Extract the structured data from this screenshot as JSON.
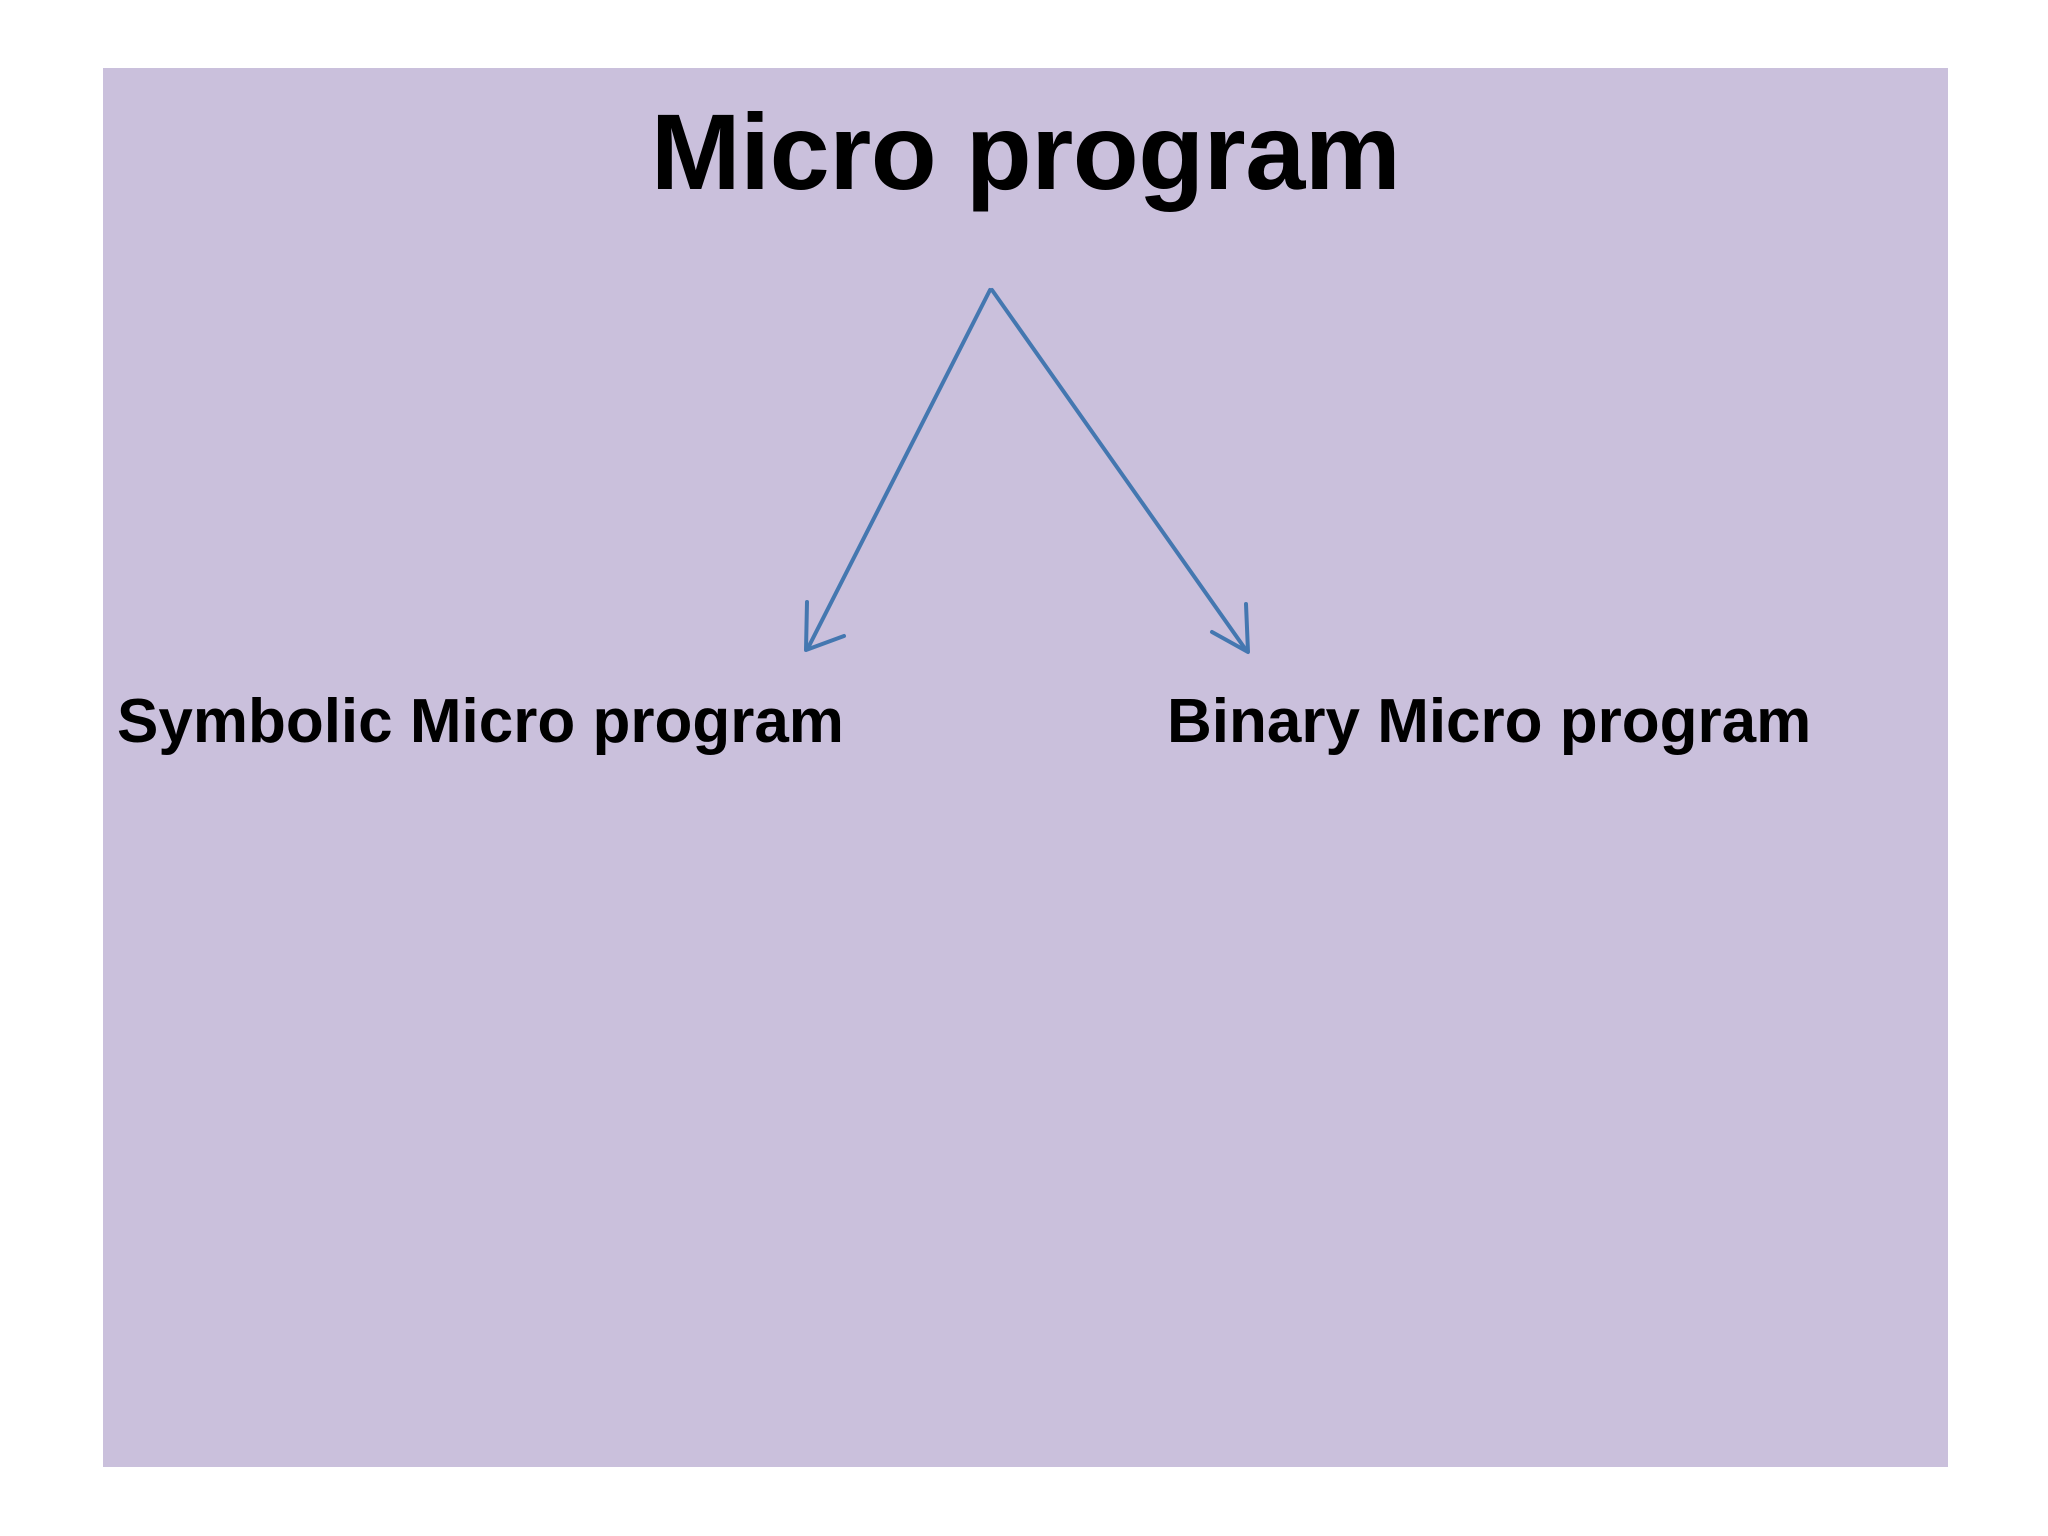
{
  "slide": {
    "title": "Micro program",
    "background_color": "#cac0dc",
    "page_background_color": "#ffffff",
    "title_color": "#000000",
    "label_color": "#000000"
  },
  "diagram": {
    "type": "tree",
    "root_label": "Micro program",
    "connector_color": "#4477b0",
    "connector_style": "open-arrow",
    "branches": [
      {
        "label": "Symbolic Micro program",
        "direction": "down-left"
      },
      {
        "label": "Binary Micro program",
        "direction": "down-right"
      }
    ]
  }
}
